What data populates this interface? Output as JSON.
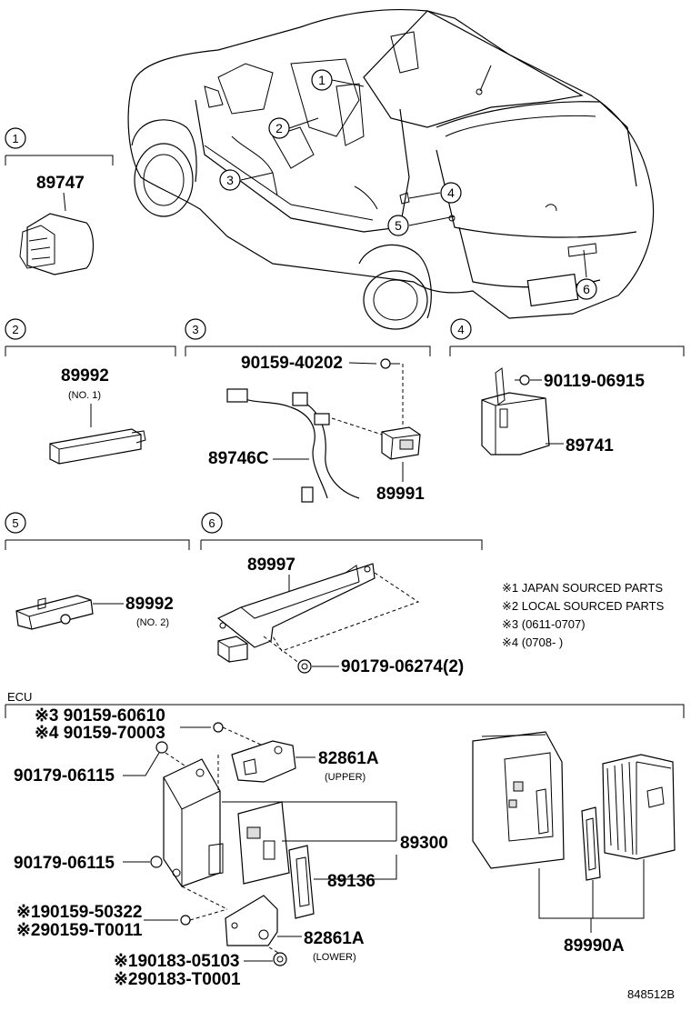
{
  "callouts": [
    "1",
    "2",
    "3",
    "4",
    "5",
    "6"
  ],
  "sections": {
    "s1": {
      "num": "1",
      "parts": [
        "89747"
      ]
    },
    "s2": {
      "num": "2",
      "parts": [
        "89992"
      ],
      "sub": "(NO. 1)"
    },
    "s3": {
      "num": "3",
      "parts": [
        "90159-40202",
        "89746C",
        "89991"
      ]
    },
    "s4": {
      "num": "4",
      "parts": [
        "90119-06915",
        "89741"
      ]
    },
    "s5": {
      "num": "5",
      "parts": [
        "89992"
      ],
      "sub": "(NO. 2)"
    },
    "s6": {
      "num": "6",
      "parts": [
        "89997",
        "90179-06274(2)"
      ]
    }
  },
  "notes": [
    "※1  JAPAN SOURCED PARTS",
    "※2  LOCAL SOURCED PARTS",
    "※3  (0611-0707)",
    "※4  (0708-      )"
  ],
  "ecu": {
    "label": "ECU",
    "p1": "※3 90159-60610",
    "p2": "※4 90159-70003",
    "p3": "90179-06115",
    "p4": "82861A",
    "p4sub": "(UPPER)",
    "p5": "89300",
    "p6": "90179-06115",
    "p7": "89136",
    "p8": "※190159-50322",
    "p9": "※290159-T0011",
    "p10": "82861A",
    "p10sub": "(LOWER)",
    "p11": "※190183-05103",
    "p12": "※290183-T0001",
    "p13": "89990A"
  },
  "ref_code": "848512B"
}
